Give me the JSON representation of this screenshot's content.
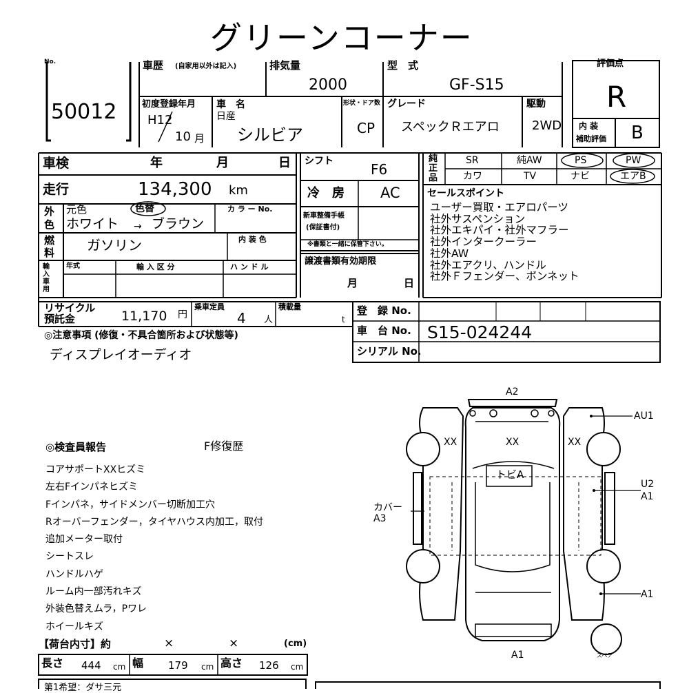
{
  "title": "グリーンコーナー",
  "lot": {
    "label": "No.",
    "value": "50012"
  },
  "history": {
    "label": "車歴",
    "note": "(自家用以外は記入)"
  },
  "displacement": {
    "label": "排気量",
    "value": "2000"
  },
  "model_code": {
    "label": "型　式",
    "value": "GF-S15"
  },
  "score": {
    "label": "評価点",
    "value": "R"
  },
  "first_reg": {
    "label": "初度登録年月",
    "era": "H12",
    "month": "10",
    "month_unit": "月"
  },
  "car_name": {
    "label": "車　名",
    "maker": "日産",
    "value": "シルビア"
  },
  "body_type": {
    "label": "形状・ドア数",
    "value": "CP"
  },
  "grade": {
    "label": "グレード",
    "value": "スペックＲエアロ"
  },
  "drive": {
    "label": "駆動",
    "value": "2WD"
  },
  "interior_score": {
    "label1": "内 装",
    "label2": "補助評価",
    "value": "B"
  },
  "inspection": {
    "label": "車検",
    "year": "年",
    "month": "月",
    "day": "日"
  },
  "mileage": {
    "label": "走行",
    "value": "134,300",
    "unit": "km"
  },
  "shift": {
    "label": "シフト",
    "value": "F6"
  },
  "ac": {
    "label": "冷　房",
    "value": "AC"
  },
  "color": {
    "label1": "外",
    "label2": "色",
    "orig_label": "元色",
    "change_label": "色替",
    "value": "ホワイト",
    "arrow": "→",
    "value2": "ブラウン",
    "code_label": "カ ラ ー No."
  },
  "fuel": {
    "label1": "燃",
    "label2": "料",
    "value": "ガソリン",
    "interior_color_label": "内 装 色"
  },
  "maintenance": {
    "label1": "新車整備手帳",
    "label2": "(保証書付)",
    "note": "※書類と一緒に保管下さい。"
  },
  "equipment": {
    "label": "純正品",
    "row1": [
      "SR",
      "純AW",
      "PS",
      "PW"
    ],
    "row2": [
      "カワ",
      "TV",
      "ナビ",
      "エアB"
    ]
  },
  "sales_points": {
    "label": "セールスポイント",
    "items": [
      "ユーザー買取・エアロパーツ",
      "社外サスペンション",
      "社外エキパイ・社外マフラー",
      "社外インタークーラー",
      "社外AW",
      "社外エアクリ、ハンドル",
      "社外Ｆフェンダー、ボンネット"
    ]
  },
  "import": {
    "label": "輸入車用",
    "year_label": "年式",
    "import_label": "輸 入 区 分",
    "handle_label": "ハ ン ド ル"
  },
  "transfer": {
    "label": "譲渡書類有効期限",
    "month": "月",
    "day": "日"
  },
  "recycle": {
    "label1": "リサイクル",
    "label2": "預託金",
    "value": "11,170",
    "unit": "円"
  },
  "capacity": {
    "label": "乗車定員",
    "value": "4",
    "unit": "人"
  },
  "load": {
    "label": "積載量",
    "unit": "t"
  },
  "registration": {
    "label": "登　録 No."
  },
  "chassis": {
    "label": "車　台 No.",
    "value": "S15-024244"
  },
  "serial": {
    "label": "シリアル No."
  },
  "notes": {
    "label": "◎注意事項 (修復・不具合箇所および状態等)",
    "value": "ディスプレイオーディオ"
  },
  "inspector": {
    "label": "◎検査員報告",
    "repair_history": "F修復歴",
    "items": [
      "コアサポートXXヒズミ",
      "左右Fインパネヒズミ",
      "Fインパネ，サイドメンバー切断加工穴",
      "Rオーバーフェンダー，タイヤハウス内加工，取付",
      "追加メーター取付",
      "シートスレ",
      "ハンドルハゲ",
      "ルーム内一部汚れキズ",
      "外装色替えムラ，Pワレ",
      "ホイールキズ"
    ]
  },
  "cargo": {
    "label": "【荷台内寸】約",
    "times1": "×",
    "times2": "×",
    "unit": "(cm)",
    "length_label": "長さ",
    "length": "444",
    "length_unit": "cm",
    "width_label": "幅",
    "width": "179",
    "width_unit": "cm",
    "height_label": "高さ",
    "height": "126",
    "height_unit": "cm",
    "bottom_text": "第1希望：ダサ三元"
  },
  "diagram": {
    "a2": "A2",
    "au1": "AU1",
    "xx_left": "XX",
    "xx_center": "XX",
    "xx_right": "XX",
    "tobi": "トビA",
    "u2": "U2",
    "a1_right": "A1",
    "cover": "カバー",
    "a3": "A3",
    "a1_side": "A1",
    "a1_bottom": "A1",
    "spare": "スペア"
  }
}
